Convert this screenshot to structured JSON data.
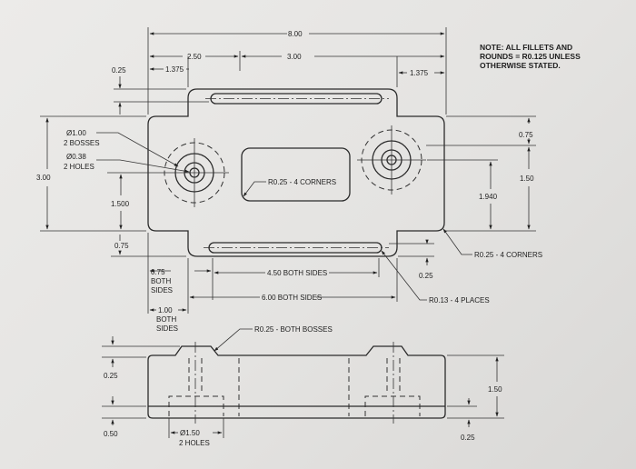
{
  "note": [
    "NOTE: ALL FILLETS AND",
    "ROUNDS = R0.125 UNLESS",
    "OTHERWISE STATED."
  ],
  "dims": {
    "overall_length": "8.00",
    "left_span": "2.50",
    "right_span": "3.00",
    "left_inset": "1.375",
    "right_inset": "1.375",
    "top_lip": "0.25",
    "overall_height": "3.00",
    "left_center": "1.500",
    "bottom_lip": "0.75",
    "right_top": "0.75",
    "right_mid": "1.50",
    "right_center": "1.940",
    "slot_inner": "4.50 BOTH SIDES",
    "slot_outer": "6.00 BOTH SIDES",
    "slot_offset": "0.25",
    "side_thickness": "0.25",
    "side_bottom": "0.50",
    "side_height": "1.50",
    "side_right": "0.25"
  },
  "callouts": {
    "boss_dia": [
      "Ø1.00",
      "2 BOSSES"
    ],
    "hole_dia": [
      "Ø0.38",
      "2 HOLES"
    ],
    "pocket_radius": "R0.25 - 4 CORNERS",
    "body_radius": "R0.25 - 4 CORNERS",
    "slot_ends": "R0.13 - 4 PLACES",
    "slot_width": [
      "0.75",
      "BOTH",
      "SIDES"
    ],
    "slot_depth": [
      "1.00",
      "BOTH",
      "SIDES"
    ],
    "boss_radius": "R0.25 - BOTH BOSSES",
    "cbore": [
      "Ø1.50",
      "2 HOLES"
    ]
  }
}
